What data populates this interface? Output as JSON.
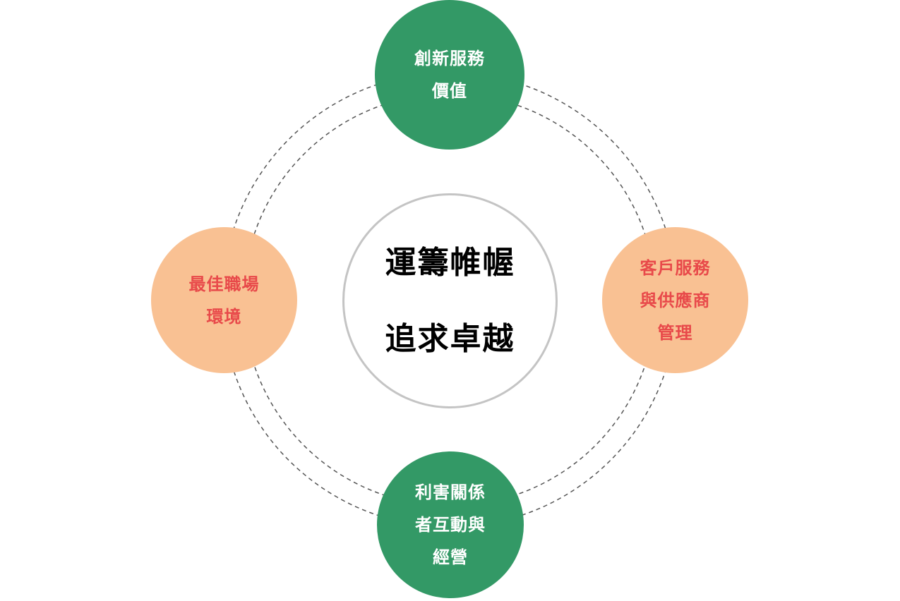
{
  "diagram": {
    "center": {
      "lines": [
        "運籌帷幄",
        "追求卓越"
      ],
      "border_color": "#c4c4c4"
    },
    "top": {
      "lines": [
        "創新服務",
        "價值"
      ],
      "fill": "#339966",
      "text_color": "#ffffff"
    },
    "right": {
      "lines": [
        "客戶服務",
        "與供應商",
        "管理"
      ],
      "fill": "#f9c193",
      "text_color": "#e8494a"
    },
    "bottom": {
      "lines": [
        "利害關係",
        "者互動與",
        "經營"
      ],
      "fill": "#339966",
      "text_color": "#ffffff"
    },
    "left": {
      "lines": [
        "最佳職場",
        "環境"
      ],
      "fill": "#f9c193",
      "text_color": "#e8494a"
    },
    "ring_color": "#555555"
  }
}
